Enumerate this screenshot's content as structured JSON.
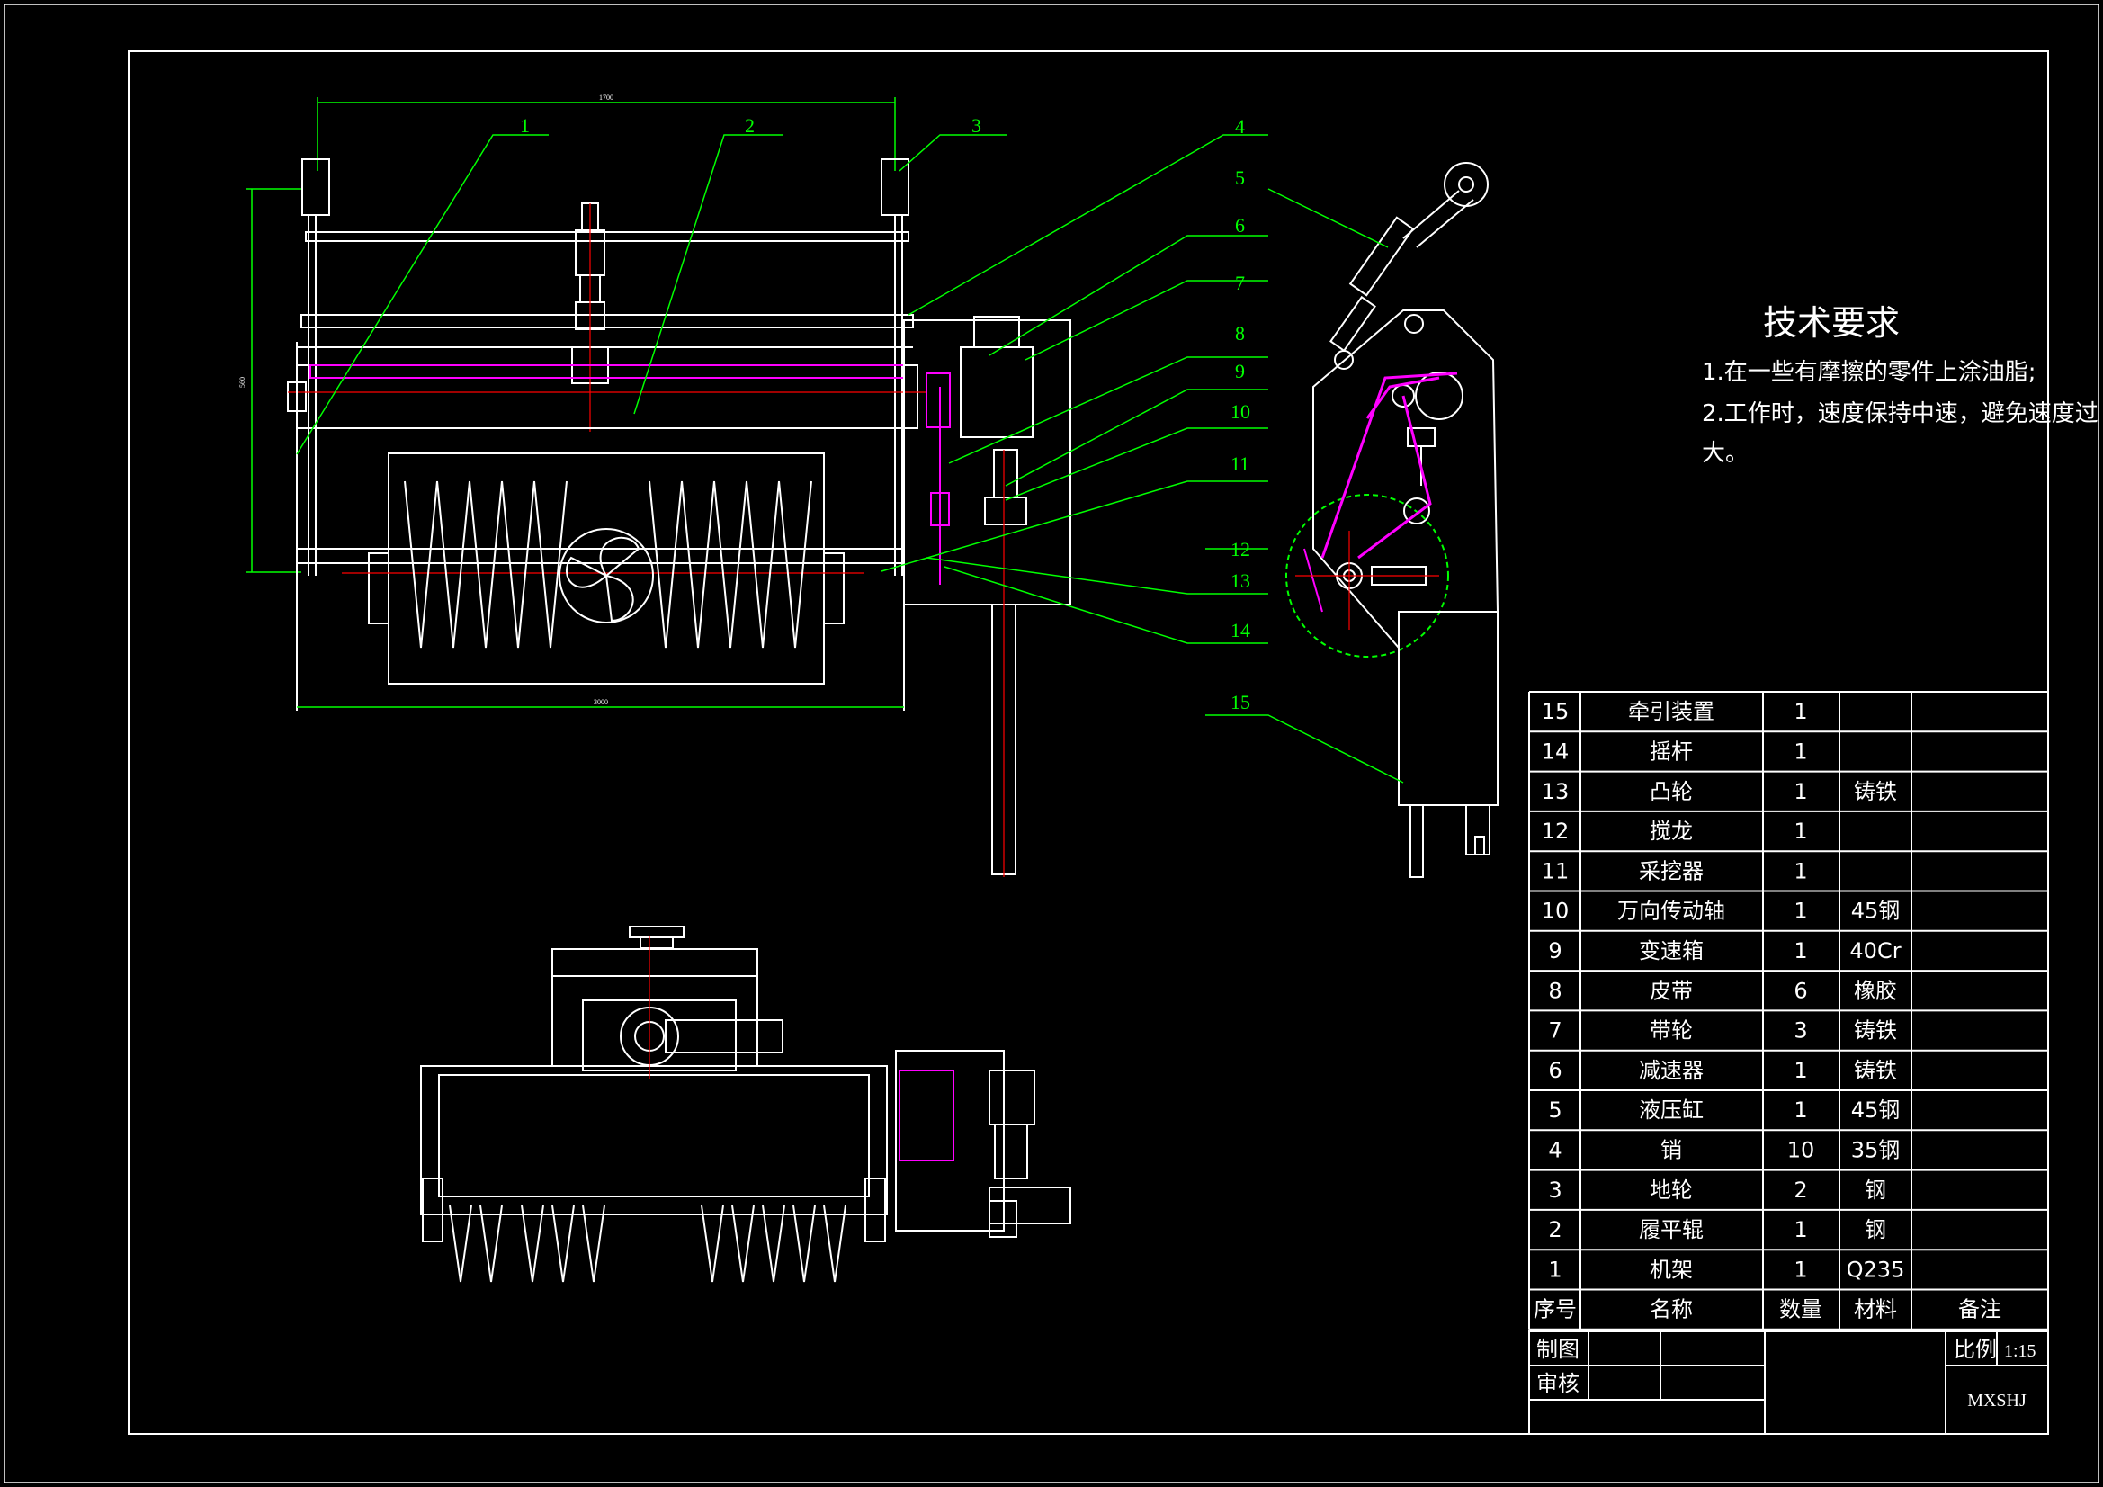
{
  "colors": {
    "background": "#000000",
    "frame": "#ffffff",
    "leader": "#00ff00",
    "hidden": "#ff00ff",
    "centerline": "#ff0000",
    "text": "#ffffff"
  },
  "dimensions": {
    "top_width": "1700",
    "bottom_width": "3000",
    "side_height": "560"
  },
  "balloons": [
    "1",
    "2",
    "3",
    "4",
    "5",
    "6",
    "7",
    "8",
    "9",
    "10",
    "11",
    "12",
    "13",
    "14",
    "15"
  ],
  "requirements": {
    "title": "技术要求",
    "line1": "1.在一些有摩擦的零件上涂油脂;",
    "line2": "2.工作时，速度保持中速，避免速度过",
    "line3": "大。"
  },
  "bom": {
    "header": {
      "no": "序号",
      "name": "名称",
      "qty": "数量",
      "material": "材料",
      "remark": "备注"
    },
    "rows": [
      {
        "no": "15",
        "name": "牵引装置",
        "qty": "1",
        "material": "",
        "remark": ""
      },
      {
        "no": "14",
        "name": "摇杆",
        "qty": "1",
        "material": "",
        "remark": ""
      },
      {
        "no": "13",
        "name": "凸轮",
        "qty": "1",
        "material": "铸铁",
        "remark": ""
      },
      {
        "no": "12",
        "name": "搅龙",
        "qty": "1",
        "material": "",
        "remark": ""
      },
      {
        "no": "11",
        "name": "采挖器",
        "qty": "1",
        "material": "",
        "remark": ""
      },
      {
        "no": "10",
        "name": "万向传动轴",
        "qty": "1",
        "material": "45钢",
        "remark": ""
      },
      {
        "no": "9",
        "name": "变速箱",
        "qty": "1",
        "material": "40Cr",
        "remark": ""
      },
      {
        "no": "8",
        "name": "皮带",
        "qty": "6",
        "material": "橡胶",
        "remark": ""
      },
      {
        "no": "7",
        "name": "带轮",
        "qty": "3",
        "material": "铸铁",
        "remark": ""
      },
      {
        "no": "6",
        "name": "减速器",
        "qty": "1",
        "material": "铸铁",
        "remark": ""
      },
      {
        "no": "5",
        "name": "液压缸",
        "qty": "1",
        "material": "45钢",
        "remark": ""
      },
      {
        "no": "4",
        "name": "销",
        "qty": "10",
        "material": "35钢",
        "remark": ""
      },
      {
        "no": "3",
        "name": "地轮",
        "qty": "2",
        "material": "钢",
        "remark": ""
      },
      {
        "no": "2",
        "name": "履平辊",
        "qty": "1",
        "material": "钢",
        "remark": ""
      },
      {
        "no": "1",
        "name": "机架",
        "qty": "1",
        "material": "Q235",
        "remark": ""
      }
    ]
  },
  "title_block": {
    "drawn_label": "制图",
    "check_label": "审核",
    "scale_label": "比例",
    "scale_value": "1:15",
    "drawing_code": "MXSHJ"
  }
}
